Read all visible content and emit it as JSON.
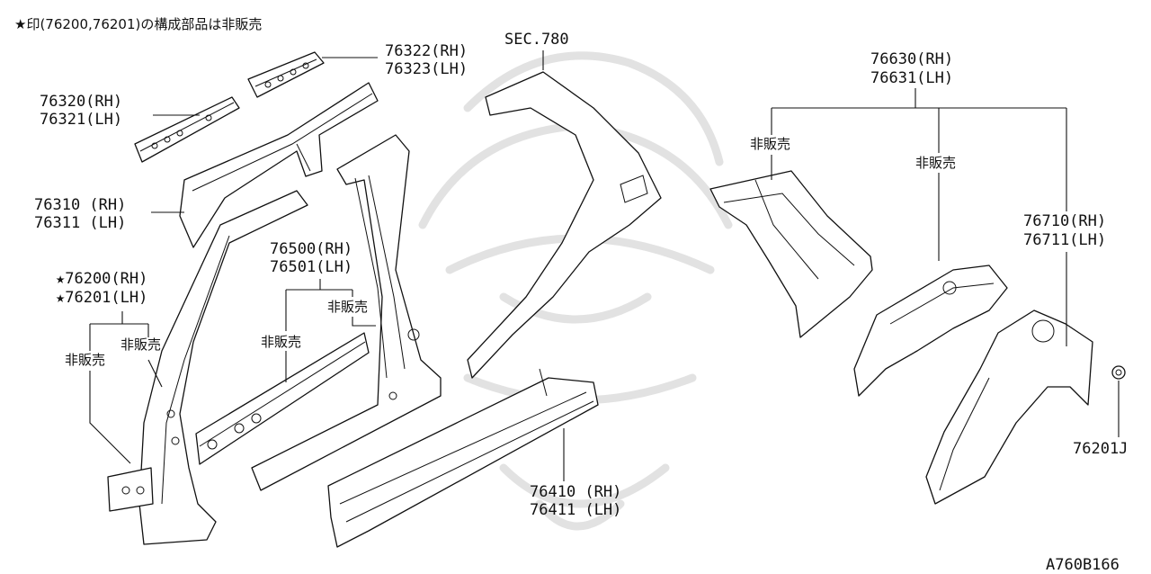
{
  "note": "★印(76200,76201)の構成部品は非販売",
  "drawing_code": "A760B166",
  "not_sold_label": "非販売",
  "callouts": {
    "p76322": [
      "76322(RH)",
      "76323(LH)"
    ],
    "p76320": [
      "76320(RH)",
      "76321(LH)"
    ],
    "p76310": [
      "76310 (RH)",
      "76311 (LH)"
    ],
    "p76200": [
      "★76200(RH)",
      "★76201(LH)"
    ],
    "p76500": [
      "76500(RH)",
      "76501(LH)"
    ],
    "sec780": "SEC.780",
    "p76630": [
      "76630(RH)",
      "76631(LH)"
    ],
    "p76710": [
      "76710(RH)",
      "76711(LH)"
    ],
    "p76410": [
      "76410 (RH)",
      "76411 (LH)"
    ],
    "p76201j": "76201J"
  },
  "colors": {
    "line": "#111111",
    "background": "#ffffff",
    "watermark": "#e2e2e2"
  }
}
